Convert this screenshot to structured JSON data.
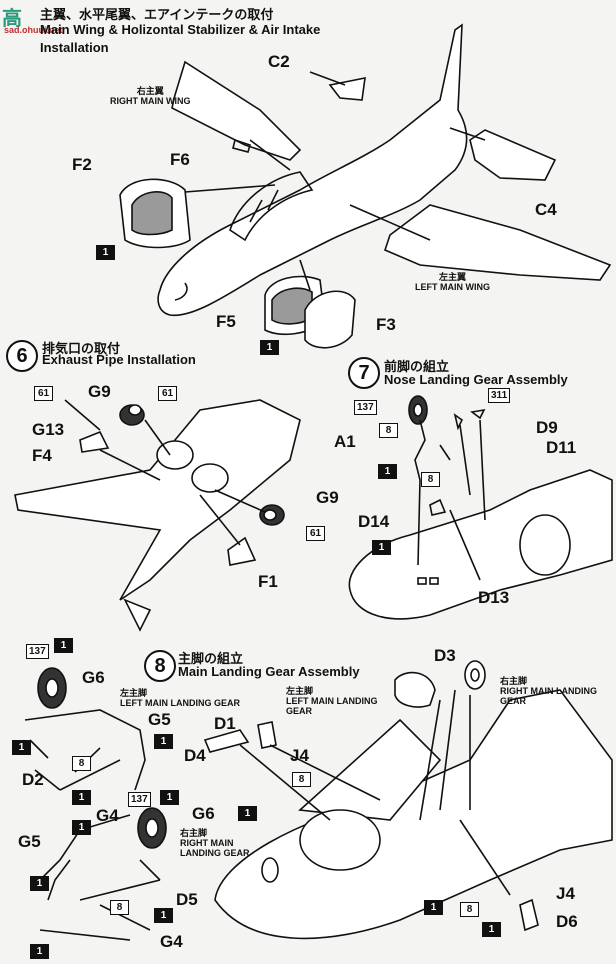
{
  "watermark": {
    "logo": "高",
    "domain": "sad.ohuui.net"
  },
  "steps": [
    {
      "number": "",
      "title_jp": "主翼、水平尾翼、エアインテークの取付",
      "title_en_line1": "Main Wing & Holizontal Stabilizer & Air Intake",
      "title_en_line2": "Installation"
    },
    {
      "number": "6",
      "title_jp": "排気口の取付",
      "title_en": "Exhaust Pipe Installation"
    },
    {
      "number": "7",
      "title_jp": "前脚の組立",
      "title_en": "Nose Landing Gear Assembly"
    },
    {
      "number": "8",
      "title_jp": "主脚の組立",
      "title_en": "Main Landing Gear Assembly"
    }
  ],
  "labels": {
    "right_main_wing_jp": "右主翼",
    "right_main_wing_en": "RIGHT MAIN WING",
    "left_main_wing_jp": "左主翼",
    "left_main_wing_en": "LEFT MAIN WING",
    "left_main_gear_jp": "左主脚",
    "left_main_gear_en": "LEFT MAIN LANDING GEAR",
    "right_main_gear_jp": "右主脚",
    "right_main_gear_en1": "RIGHT MAIN",
    "right_main_gear_en2": "LANDING GEAR",
    "right_main_gear2_en1": "RIGHT MAIN LANDING",
    "right_main_gear2_en2": "GEAR",
    "left_main_gear2_en1": "LEFT MAIN LANDING",
    "left_main_gear2_en2": "GEAR"
  },
  "parts": {
    "C2": "C2",
    "C4": "C4",
    "F2": "F2",
    "F6": "F6",
    "F5": "F5",
    "F3": "F3",
    "G9a": "G9",
    "G9b": "G9",
    "G13": "G13",
    "F4": "F4",
    "F1": "F1",
    "A1": "A1",
    "D9": "D9",
    "D11": "D11",
    "D14": "D14",
    "D13": "D13",
    "D3": "D3",
    "G6a": "G6",
    "G6b": "G6",
    "G5a": "G5",
    "G5b": "G5",
    "D1": "D1",
    "J4a": "J4",
    "J4b": "J4",
    "D4": "D4",
    "D2": "D2",
    "G4a": "G4",
    "G4b": "G4",
    "D5": "D5",
    "D6": "D6"
  },
  "colors": {
    "c1": "1",
    "c8": "8",
    "c61": "61",
    "c137": "137",
    "c311": "311"
  }
}
